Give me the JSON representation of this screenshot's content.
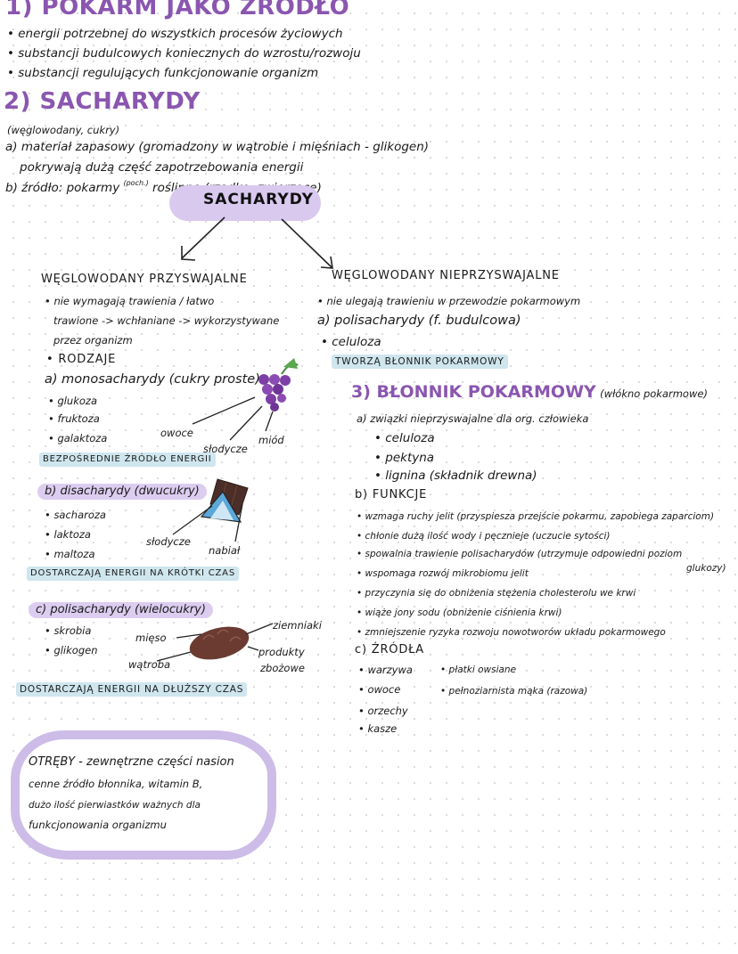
{
  "s1": {
    "title": "1) POKARM JAKO ŹRÓDŁO",
    "lines": [
      "• energii potrzebnej do wszystkich procesów życiowych",
      "• substancji budulcowych koniecznych do wzrostu/rozwoju",
      "• substancji regulujących funkcjonowanie organizm"
    ]
  },
  "s2": {
    "title": "2) SACHARYDY",
    "subtitle": "(węglowodany, cukry)",
    "a": "a) materiał zapasowy (gromadzony w wątrobie i mięśniach - glikogen)",
    "a2": "pokrywają dużą część zapotrzebowania energii",
    "b_pre": "b) źródło: pokarmy",
    "b_note": "(poch.)",
    "b_post": "roślinne (rzadko: zwierzęce)",
    "central": "SACHARYDY"
  },
  "left": {
    "title": "WĘGLOWODANY PRZYSWAJALNE",
    "l1": "• nie wymagają trawienia / łatwo",
    "l2": "trawione -> wchłaniane -> wykorzystywane",
    "l3": "przez organizm",
    "rodzaje": "• RODZAJE",
    "mono_title": "a) monosacharydy (cukry proste)",
    "mono_items": [
      "• glukoza",
      "• fruktoza",
      "• galaktoza"
    ],
    "owoce": "owoce",
    "slodycze": "słodycze",
    "miod": "miód",
    "mono_bar": "BEZPOŚREDNIE ŹRÓDŁO ENERGII",
    "di_title": "b) disacharydy (dwucukry)",
    "di_items": [
      "• sacharoza",
      "• laktoza",
      "• maltoza"
    ],
    "di_slodycze": "słodycze",
    "nabial": "nabiał",
    "di_bar": "DOSTARCZAJĄ ENERGII NA KRÓTKI CZAS",
    "poli_title": "c) polisacharydy (wielocukry)",
    "poli_items": [
      "• skrobia",
      "• glikogen"
    ],
    "mieso": "mięso",
    "watroba": "wątroba",
    "ziemniaki": "ziemniaki",
    "produkty1": "produkty",
    "produkty2": "zbożowe",
    "poli_bar": "DOSTARCZAJĄ ENERGII NA DŁUŻSZY CZAS"
  },
  "right": {
    "title": "WĘGLOWODANY NIEPRZYSWAJALNE",
    "r1": "• nie ulegają trawieniu w przewodzie pokarmowym",
    "r2": "a) polisacharydy (f. budulcowa)",
    "r3": "• celuloza",
    "bar": "TWORZĄ BŁONNIK POKARMOWY"
  },
  "s3": {
    "title": "3) BŁONNIK POKARMOWY",
    "title_note": "(włókno pokarmowe)",
    "a": "a) związki nieprzyswajalne dla org. człowieka",
    "a_items": [
      "• celuloza",
      "• pektyna",
      "• lignina (składnik drewna)"
    ],
    "b_title": "b) FUNKCJE",
    "b_items": [
      "• wzmaga ruchy jelit (przyspiesza przejście pokarmu, zapobiega zaparciom)",
      "• chłonie dużą ilość wody i pęcznieje (uczucie sytości)",
      "• spowalnia trawienie polisacharydów (utrzymuje odpowiedni poziom",
      "• wspomaga rozwój mikrobiomu jelit",
      "• przyczynia się do obniżenia stężenia cholesterolu we krwi",
      "• wiąże jony sodu (obniżenie ciśnienia krwi)",
      "• zmniejszenie ryzyka rozwoju nowotworów układu pokarmowego"
    ],
    "glukozy": "glukozy)",
    "c_title": "c) ŹRÓDŁA",
    "c_left": [
      "• warzywa",
      "• owoce",
      "• orzechy",
      "• kasze"
    ],
    "c_right": [
      "• płatki owsiane",
      "• pełnoziarnista mąka (razowa)"
    ]
  },
  "otreby": {
    "lines": [
      "OTRĘBY - zewnętrzne części nasion",
      "cenne źródło błonnika, witamin B,",
      "dużo ilość pierwiastków ważnych dla",
      "funkcjonowania organizmu"
    ]
  },
  "colors": {
    "accent_purple": "#8a56b0",
    "highlight_blue": "#cfe6ee",
    "highlight_purple": "#dccdf0"
  }
}
